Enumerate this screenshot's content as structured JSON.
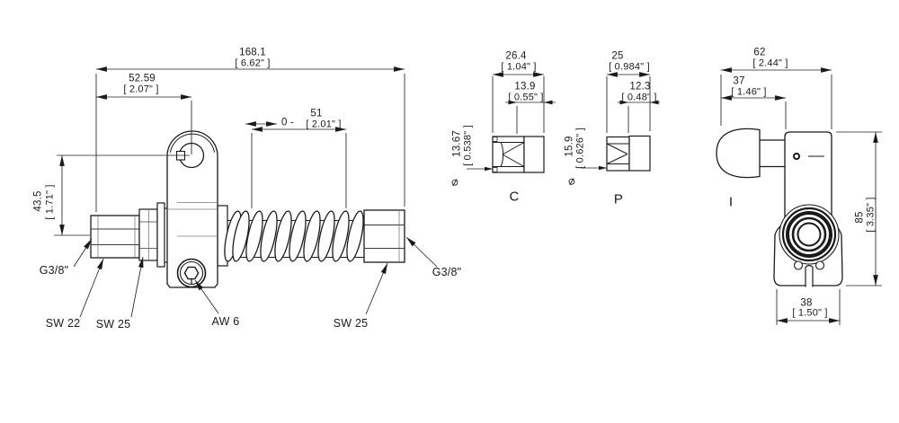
{
  "drawing": {
    "main_view": {
      "dims": {
        "overall_mm": "168.1",
        "overall_in": "[ 6.62\" ]",
        "offset_mm": "52.59",
        "offset_in": "[ 2.07\" ]",
        "travel_prefix": "0 -",
        "travel_mm": "51",
        "travel_in": "[ 2.01\" ]",
        "height_mm": "43.5",
        "height_in": "[ 1.71\" ]"
      },
      "labels": {
        "thread_left": "G3/8\"",
        "wrench_small": "SW 22",
        "wrench_left": "SW 25",
        "hex_socket": "AW 6",
        "wrench_right": "SW 25",
        "thread_right": "G3/8\""
      }
    },
    "view_c": {
      "label": "C",
      "width_mm": "26.4",
      "width_in": "[ 1.04\" ]",
      "depth_mm": "13.9",
      "depth_in": "[ 0.55\" ]",
      "dia_symbol": "⌀",
      "dia_mm": "13.67",
      "dia_in": "[ 0.538\" ]"
    },
    "view_p": {
      "label": "P",
      "width_mm": "25",
      "width_in": "[ 0.984\" ]",
      "depth_mm": "12.3",
      "depth_in": "[ 0.48\" ]",
      "dia_symbol": "⌀",
      "dia_mm": "15.9",
      "dia_in": "[ 0.626\" ]"
    },
    "view_i": {
      "label": "I",
      "width_mm": "62",
      "width_in": "[ 2.44\" ]",
      "knob_mm": "37",
      "knob_in": "[ 1.46\" ]",
      "height_mm": "85",
      "height_in": "[ 3.35\" ]",
      "base_mm": "38",
      "base_in": "[ 1.50\" ]"
    },
    "colors": {
      "line": "#1a1a1a",
      "background": "#ffffff"
    }
  }
}
